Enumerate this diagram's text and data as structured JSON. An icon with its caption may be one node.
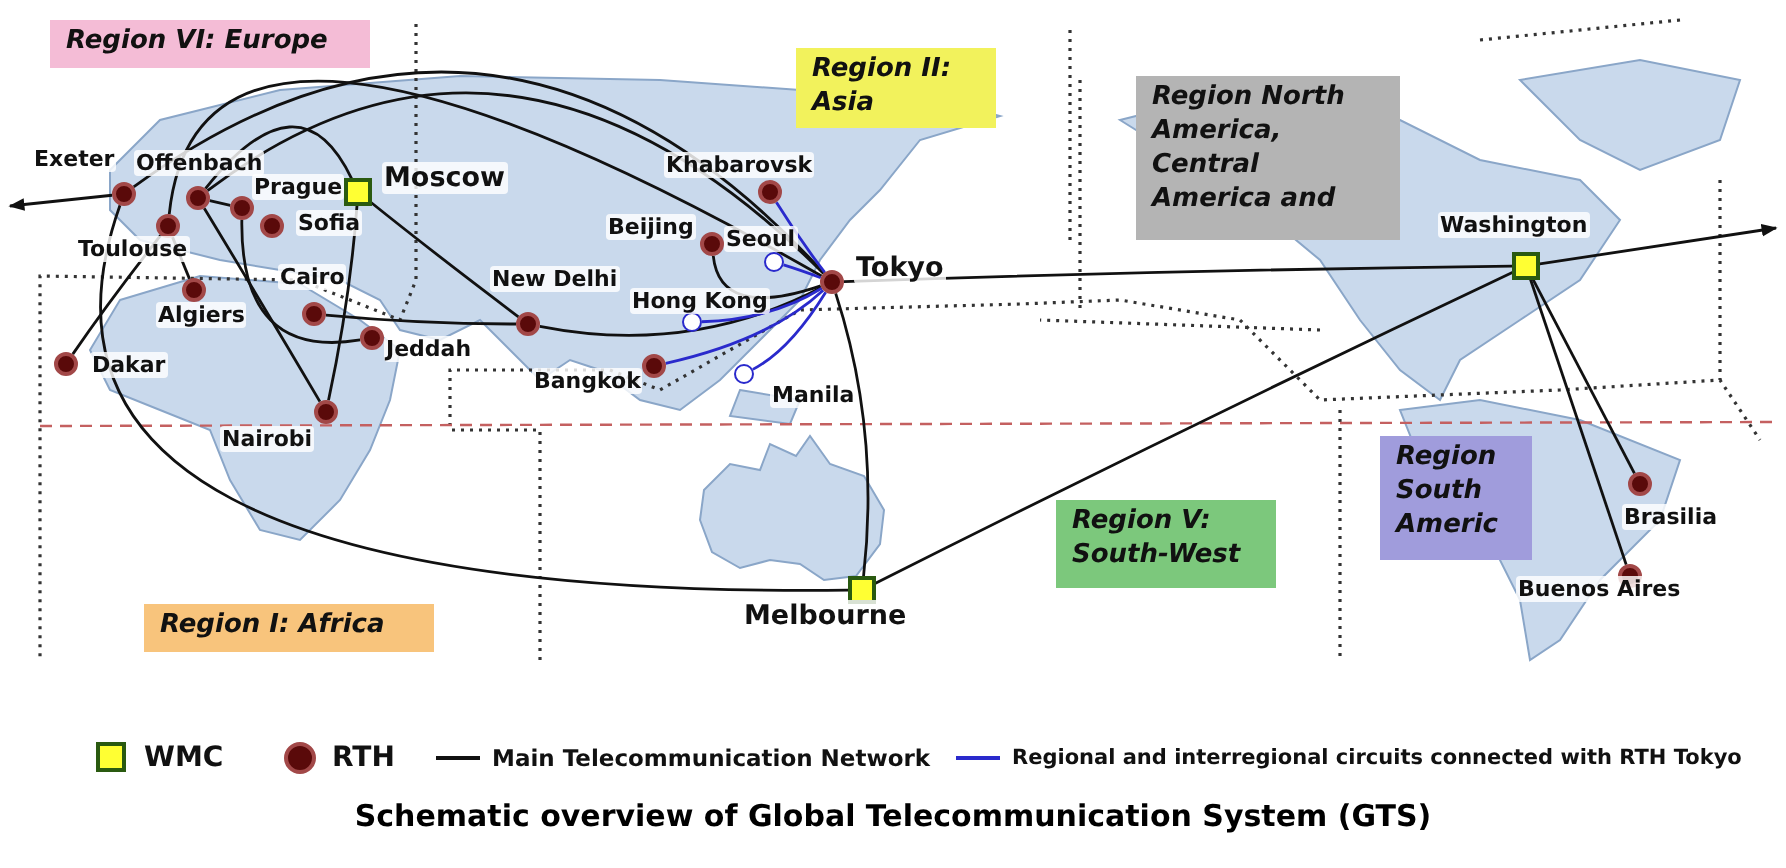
{
  "diagram": {
    "caption": "Schematic overview of Global Telecommunication System (GTS)",
    "nodes": [
      {
        "text": [
          "Region VI: Europe"
        ]
      },
      {
        "text": [
          "Region II: Asia"
        ]
      },
      {
        "text": [
          "Region North America, Central America and"
        ]
      },
      {
        "text": [],
        "shape": "circle",
        "beside": [
          "Exeter"
        ]
      },
      {
        "text": [],
        "shape": "circle",
        "beside": [
          "Offenbach"
        ]
      },
      {
        "text": [],
        "shape": "circle",
        "beside": [
          "Toulouse"
        ]
      },
      {
        "text": [],
        "shape": "circle",
        "beside": [
          "Prague"
        ]
      },
      {
        "text": [],
        "shape": "circle",
        "beside": [
          "Sofia"
        ]
      },
      {
        "text": [],
        "shape": "box",
        "beside": [
          "Moscow"
        ]
      },
      {
        "text": [],
        "shape": "circle",
        "beside": [
          "Algiers"
        ]
      },
      {
        "text": [],
        "shape": "circle",
        "beside": [
          "Cairo"
        ]
      },
      {
        "text": [],
        "shape": "circle",
        "beside": [
          "Jeddah"
        ]
      },
      {
        "text": [],
        "shape": "circle",
        "beside": [
          "Dakar"
        ]
      },
      {
        "text": [],
        "shape": "circle",
        "beside": [
          "Nairobi"
        ]
      },
      {
        "text": [],
        "shape": "circle",
        "beside": [
          "New Delhi"
        ]
      },
      {
        "text": [],
        "shape": "circle",
        "beside": [
          "Khabarovsk"
        ]
      },
      {
        "text": [],
        "shape": "circle",
        "beside": [
          "Beijing"
        ]
      },
      {
        "text": [],
        "shape": "circle",
        "beside": [
          "Seoul"
        ]
      },
      {
        "text": [],
        "shape": "circle",
        "beside": [
          "Hong Kong"
        ]
      },
      {
        "text": [],
        "shape": "circle",
        "beside": [
          "Tokyo"
        ]
      },
      {
        "text": [],
        "shape": "circle",
        "beside": [
          "Bangkok"
        ]
      },
      {
        "text": [],
        "shape": "circle",
        "beside": [
          "Manila"
        ]
      },
      {
        "text": [],
        "shape": "box",
        "beside": [
          "Melbourne"
        ]
      },
      {
        "text": [
          "Region V: South-West"
        ]
      },
      {
        "text": [],
        "shape": "box",
        "beside": [
          "Washington"
        ]
      },
      {
        "text": [
          "Region South Americ"
        ]
      },
      {
        "text": [],
        "shape": "circle",
        "beside": [
          "Brasilia"
        ]
      },
      {
        "text": [],
        "shape": "circle",
        "beside": [
          "Buenos Aires"
        ]
      },
      {
        "text": [
          "Region I: Africa"
        ]
      }
    ],
    "edges": [
      {
        "from": 3,
        "to": null,
        "arrow": "to"
      },
      {
        "from": 3,
        "to": 19,
        "arrow": "none"
      },
      {
        "from": 4,
        "to": 19,
        "arrow": "none"
      },
      {
        "from": 5,
        "to": 19,
        "arrow": "none"
      },
      {
        "from": 4,
        "to": 8,
        "arrow": "none"
      },
      {
        "from": 16,
        "to": 19,
        "arrow": "none"
      },
      {
        "from": 8,
        "to": 14,
        "arrow": "none"
      },
      {
        "from": 8,
        "to": 13,
        "arrow": "none"
      },
      {
        "from": 4,
        "to": 13,
        "arrow": "none"
      },
      {
        "from": 4,
        "to": 6,
        "arrow": "none"
      },
      {
        "from": 6,
        "to": 11,
        "arrow": "none"
      },
      {
        "from": 10,
        "to": 14,
        "arrow": "none"
      },
      {
        "from": 14,
        "to": 19,
        "arrow": "none"
      },
      {
        "from": 5,
        "to": 12,
        "arrow": "none"
      },
      {
        "from": 5,
        "to": 9,
        "arrow": "none"
      },
      {
        "from": 3,
        "to": 22,
        "arrow": "none"
      },
      {
        "from": 19,
        "to": 22,
        "arrow": "none"
      },
      {
        "from": 19,
        "to": 24,
        "arrow": "none"
      },
      {
        "from": 22,
        "to": 24,
        "arrow": "none"
      },
      {
        "from": 24,
        "to": null,
        "arrow": "to"
      },
      {
        "from": 24,
        "to": 26,
        "arrow": "none"
      },
      {
        "from": 24,
        "to": 27,
        "arrow": "none"
      },
      {
        "from": 15,
        "to": 19,
        "arrow": "none",
        "color": "#2a2acc"
      },
      {
        "from": 17,
        "to": 19,
        "arrow": "none",
        "color": "#2a2acc"
      },
      {
        "from": 18,
        "to": 19,
        "arrow": "none",
        "color": "#2a2acc"
      },
      {
        "from": 20,
        "to": 19,
        "arrow": "none",
        "color": "#2a2acc"
      },
      {
        "from": 21,
        "to": 19,
        "arrow": "none",
        "color": "#2a2acc"
      }
    ],
    "legend": [
      {
        "text": "WMC"
      },
      {
        "text": "RTH"
      },
      {
        "text": "Main Telecommunication Network"
      },
      {
        "text": "Regional and interregional circuits connected with RTH Tokyo"
      }
    ]
  }
}
